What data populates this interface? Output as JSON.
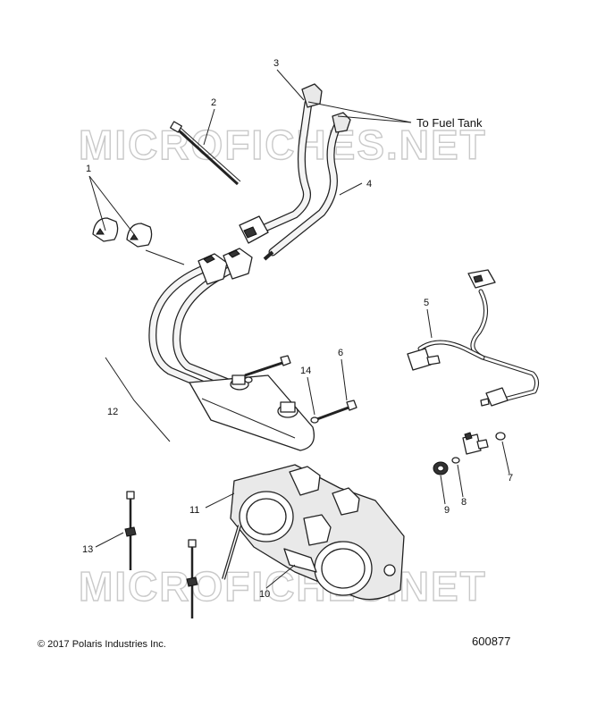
{
  "watermark": {
    "top": "MICROFICHES.NET",
    "bottom": "MICROFICHES.NET"
  },
  "callouts": {
    "c1": "1",
    "c2": "2",
    "c3": "3",
    "c4": "4",
    "c5": "5",
    "c6": "6",
    "c7": "7",
    "c8": "8",
    "c9": "9",
    "c10": "10",
    "c11": "11",
    "c12": "12",
    "c13": "13",
    "c14": "14"
  },
  "annotation": {
    "fuel_tank": "To Fuel Tank"
  },
  "footer": {
    "copyright": "© 2017 Polaris Industries Inc.",
    "diagram_number": "600877"
  }
}
